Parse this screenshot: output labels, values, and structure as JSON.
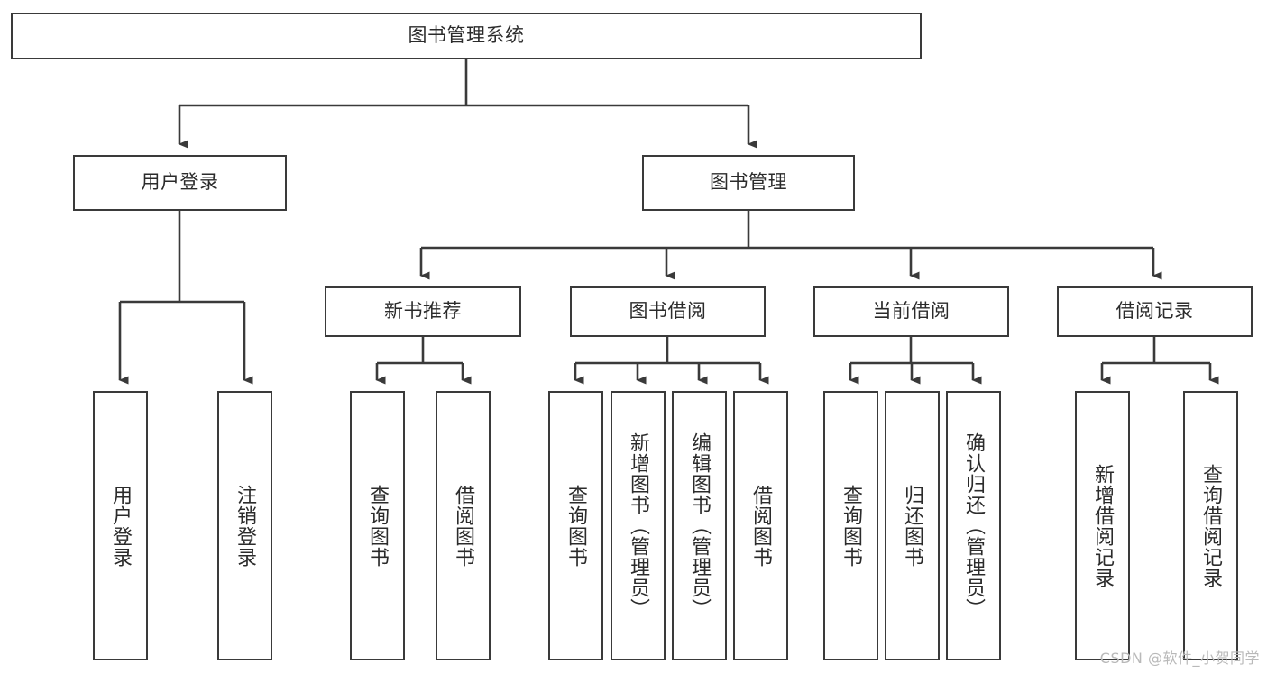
{
  "diagram": {
    "title": "图书管理系统",
    "type": "tree-hierarchy",
    "watermark": "CSDN @软件_小贺同学",
    "root": {
      "id": "root",
      "label": "图书管理系统",
      "orientation": "horizontal"
    },
    "level1": [
      {
        "id": "user-login",
        "label": "用户登录",
        "orientation": "horizontal"
      },
      {
        "id": "book-management",
        "label": "图书管理",
        "orientation": "horizontal"
      }
    ],
    "level2": [
      {
        "id": "new-book-recommend",
        "label": "新书推荐",
        "orientation": "horizontal",
        "parent": "book-management"
      },
      {
        "id": "book-borrow",
        "label": "图书借阅",
        "orientation": "horizontal",
        "parent": "book-management"
      },
      {
        "id": "current-borrow",
        "label": "当前借阅",
        "orientation": "horizontal",
        "parent": "book-management"
      },
      {
        "id": "borrow-record",
        "label": "借阅记录",
        "orientation": "horizontal",
        "parent": "book-management"
      }
    ],
    "leaves": [
      {
        "id": "leaf-user-login",
        "label": "用户登录",
        "orientation": "vertical",
        "parent": "user-login"
      },
      {
        "id": "leaf-logout-login",
        "label": "注销登录",
        "orientation": "vertical",
        "parent": "user-login"
      },
      {
        "id": "leaf-query-book-1",
        "label": "查询图书",
        "orientation": "vertical",
        "parent": "new-book-recommend"
      },
      {
        "id": "leaf-borrow-book-1",
        "label": "借阅图书",
        "orientation": "vertical",
        "parent": "new-book-recommend"
      },
      {
        "id": "leaf-query-book-2",
        "label": "查询图书",
        "orientation": "vertical",
        "parent": "book-borrow"
      },
      {
        "id": "leaf-add-book",
        "label": "新增图书（管理员）",
        "orientation": "vertical",
        "parent": "book-borrow"
      },
      {
        "id": "leaf-edit-book",
        "label": "编辑图书（管理员）",
        "orientation": "vertical",
        "parent": "book-borrow"
      },
      {
        "id": "leaf-borrow-book-2",
        "label": "借阅图书",
        "orientation": "vertical",
        "parent": "book-borrow"
      },
      {
        "id": "leaf-query-book-3",
        "label": "查询图书",
        "orientation": "vertical",
        "parent": "current-borrow"
      },
      {
        "id": "leaf-return-book",
        "label": "归还图书",
        "orientation": "vertical",
        "parent": "current-borrow"
      },
      {
        "id": "leaf-confirm-return",
        "label": "确认归还（管理员）",
        "orientation": "vertical",
        "parent": "current-borrow"
      },
      {
        "id": "leaf-add-record",
        "label": "新增借阅记录",
        "orientation": "vertical",
        "parent": "borrow-record"
      },
      {
        "id": "leaf-query-record",
        "label": "查询借阅记录",
        "orientation": "vertical",
        "parent": "borrow-record"
      }
    ],
    "colors": {
      "stroke": "#3a3a3a",
      "background": "#ffffff",
      "text": "#2b2b2b",
      "watermark": "#b9b9b9"
    }
  }
}
